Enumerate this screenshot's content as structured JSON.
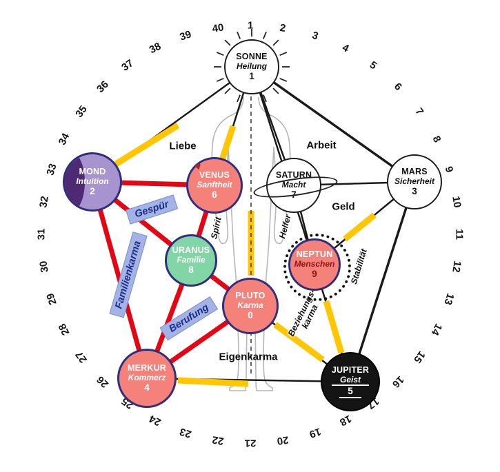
{
  "diagram": {
    "ring_numbers": [
      1,
      2,
      3,
      4,
      5,
      6,
      7,
      8,
      9,
      10,
      11,
      12,
      13,
      14,
      15,
      16,
      17,
      18,
      19,
      20,
      21,
      22,
      23,
      24,
      25,
      26,
      27,
      28,
      29,
      30,
      31,
      32,
      33,
      34,
      35,
      36,
      37,
      38,
      39,
      40
    ],
    "planets": [
      {
        "id": "sonne",
        "name": "SONNE",
        "trait": "Heilung",
        "number": "1",
        "fill": "#ffffff",
        "border": "#1c1c1c",
        "text": "#111111",
        "symbol": "sun"
      },
      {
        "id": "mond",
        "name": "MOND",
        "trait": "Intuition",
        "number": "2",
        "fill": "#a893d1",
        "border": "#2f2f7d",
        "text": "#ffffff",
        "symbol": "crescent",
        "symbol_color": "#4e2a74"
      },
      {
        "id": "venus",
        "name": "VENUS",
        "trait": "Sanftheit",
        "number": "6",
        "fill": "#f5817b",
        "border": "#2f2f7d",
        "text": "#ffffff",
        "symbol": "heart",
        "symbol_color": "#a82734"
      },
      {
        "id": "saturn",
        "name": "SATURN",
        "trait": "Macht",
        "number": "7",
        "fill": "#ffffff",
        "border": "#1c1c1c",
        "text": "#111111",
        "symbol": "ring"
      },
      {
        "id": "mars",
        "name": "MARS",
        "trait": "Sicherheit",
        "number": "3",
        "fill": "#ffffff",
        "border": "#1c1c1c",
        "text": "#111111"
      },
      {
        "id": "uranus",
        "name": "URANUS",
        "trait": "Familie",
        "number": "8",
        "fill": "#82d6a6",
        "border": "#2f2f7d",
        "text": "#ffffff"
      },
      {
        "id": "neptun",
        "name": "NEPTUN",
        "trait": "Menschen",
        "number": "9",
        "fill": "#f5817b",
        "border": "#2f2f7d",
        "text": "#ffffff",
        "accent": "#8c1414",
        "symbol": "dots"
      },
      {
        "id": "pluto",
        "name": "PLUTO",
        "trait": "Karma",
        "number": "0",
        "fill": "#f5817b",
        "border": "#2f2f7d",
        "text": "#ffffff"
      },
      {
        "id": "merkur",
        "name": "MERKUR",
        "trait": "Kommerz",
        "number": "4",
        "fill": "#f5817b",
        "border": "#2f2f7d",
        "text": "#ffffff"
      },
      {
        "id": "jupiter",
        "name": "JUPITER",
        "trait": "Geist",
        "number": "5",
        "fill": "#141414",
        "border": "#000000",
        "text": "#ffffff",
        "symbol": "lines"
      }
    ],
    "area_labels": [
      {
        "id": "liebe",
        "text": "Liebe"
      },
      {
        "id": "arbeit",
        "text": "Arbeit"
      },
      {
        "id": "geld",
        "text": "Geld"
      },
      {
        "id": "eigenkarma",
        "text": "Eigenkarma"
      }
    ],
    "blue_labels": [
      {
        "id": "gespuer",
        "text": "Gespür"
      },
      {
        "id": "familienkarma",
        "text": "Familienkarma"
      },
      {
        "id": "berufung",
        "text": "Berufung"
      }
    ],
    "line_labels": [
      {
        "id": "spirit",
        "text": "Spirit"
      },
      {
        "id": "helfer",
        "text": "Helfer"
      },
      {
        "id": "beziehungskarma",
        "text": "Beziehungs-\nkarma"
      },
      {
        "id": "stabilitaet",
        "text": "Stabilität"
      }
    ],
    "connections": [
      {
        "from": "sonne",
        "to": "mond",
        "color": "black"
      },
      {
        "from": "sonne",
        "to": "venus",
        "color": "black"
      },
      {
        "from": "sonne",
        "to": "saturn",
        "color": "black"
      },
      {
        "from": "sonne",
        "to": "neptun",
        "color": "black"
      },
      {
        "from": "sonne",
        "to": "mars",
        "color": "black"
      },
      {
        "from": "saturn",
        "to": "mars",
        "color": "black"
      },
      {
        "from": "saturn",
        "to": "neptun",
        "color": "black"
      },
      {
        "from": "mars",
        "to": "neptun",
        "color": "black"
      },
      {
        "from": "mars",
        "to": "jupiter",
        "color": "black"
      },
      {
        "from": "neptun",
        "to": "jupiter",
        "color": "black"
      },
      {
        "from": "pluto",
        "to": "jupiter",
        "color": "black"
      },
      {
        "from": "merkur",
        "to": "jupiter",
        "color": "black"
      },
      {
        "from": "sonne",
        "to": "mond",
        "color": "yellow"
      },
      {
        "from": "sonne",
        "to": "venus",
        "color": "yellow"
      },
      {
        "from": "sonne",
        "to": "pluto",
        "color": "yellow"
      },
      {
        "from": "mars",
        "to": "neptun",
        "color": "yellow"
      },
      {
        "from": "neptun",
        "to": "jupiter",
        "color": "yellow"
      },
      {
        "from": "pluto",
        "to": "jupiter",
        "color": "yellow"
      },
      {
        "from": "merkur",
        "to": "jupiter",
        "color": "yellow"
      },
      {
        "from": "mond",
        "to": "venus",
        "color": "red"
      },
      {
        "from": "mond",
        "to": "uranus",
        "color": "red"
      },
      {
        "from": "mond",
        "to": "merkur",
        "color": "red"
      },
      {
        "from": "venus",
        "to": "uranus",
        "color": "red"
      },
      {
        "from": "uranus",
        "to": "pluto",
        "color": "red"
      },
      {
        "from": "merkur",
        "to": "uranus",
        "color": "red"
      },
      {
        "from": "merkur",
        "to": "pluto",
        "color": "red"
      }
    ],
    "colors": {
      "red": "#e30613",
      "yellow": "#ffc601",
      "black": "#1a1a1a",
      "blue_label_bg": "#a3b3e6",
      "blue_label_text": "#1d2d86"
    }
  }
}
